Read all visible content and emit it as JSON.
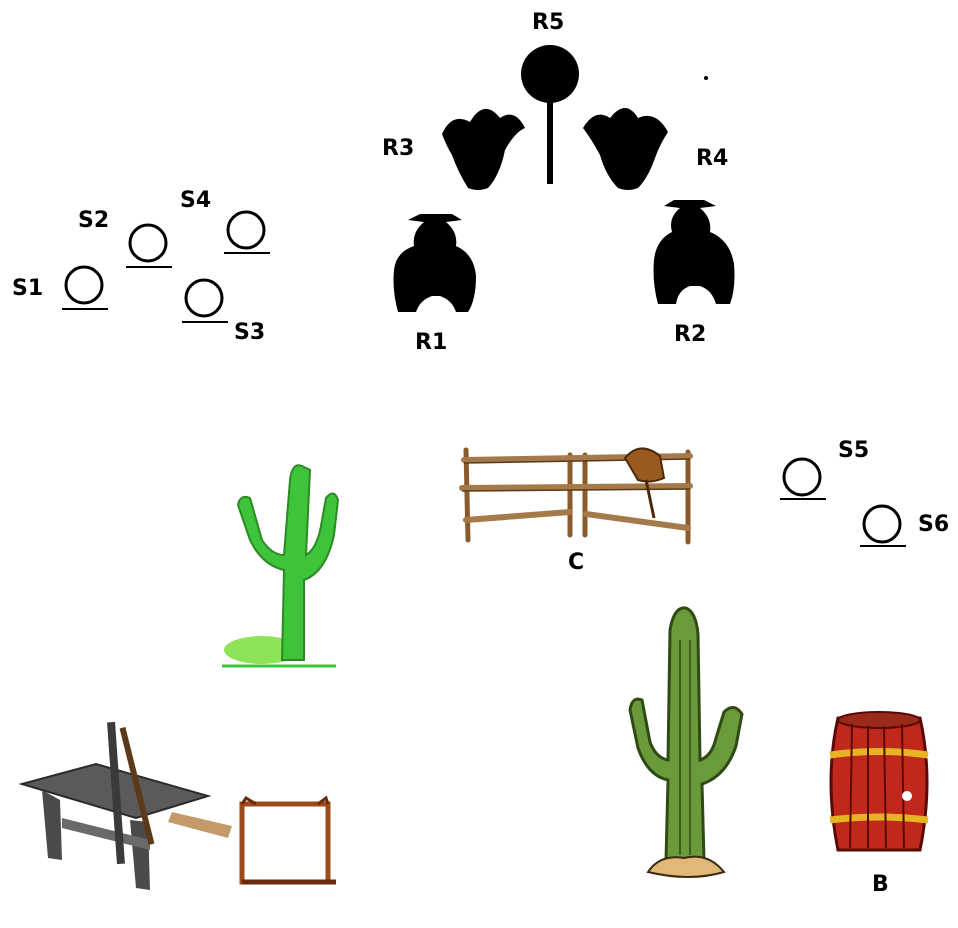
{
  "labels": {
    "r5": "R5",
    "r3": "R3",
    "r4": "R4",
    "r1": "R1",
    "r2": "R2",
    "s1": "S1",
    "s2": "S2",
    "s3": "S3",
    "s4": "S4",
    "s5": "S5",
    "s6": "S6",
    "c": "C",
    "b": "B"
  },
  "icons": {
    "rifle_targets": "cowboy-silhouette-target-icon",
    "hat_targets": "cowboy-hat-target-icon",
    "stop_target": "round-stop-plate-target-icon",
    "shotgun_targets": "circle-plate-target-icon",
    "fence": "wooden-fence-with-saddle-icon",
    "cactus_green": "saguaro-cactus-icon",
    "barrel": "red-barrel-icon",
    "table": "loading-table-with-rifle-icon",
    "box": "wooden-box-icon"
  },
  "colors": {
    "silhouette": "#000000",
    "cactus_light": "#3ec43a",
    "cactus_dark": "#4e7a2c",
    "barrel_red": "#c0281c",
    "barrel_band": "#e6b422",
    "wood": "#8a5a2b",
    "table_gray": "#5a5a5a"
  }
}
